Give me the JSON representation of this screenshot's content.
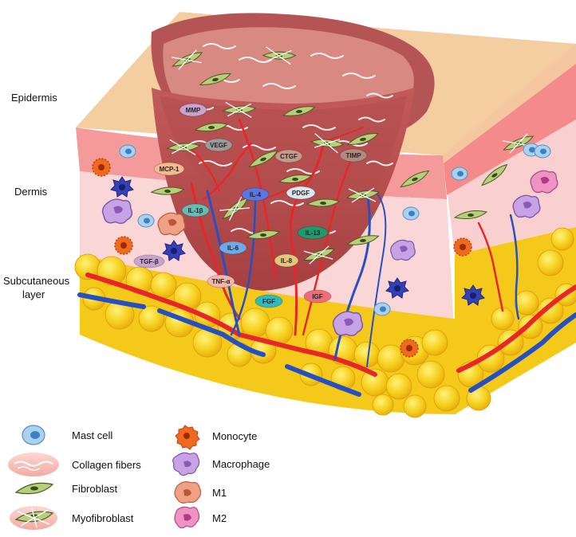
{
  "layers": {
    "epidermis": "Epidermis",
    "dermis": "Dermis",
    "subcutaneous_line1": "Subcutaneous",
    "subcutaneous_line2": "layer"
  },
  "cytokines": [
    {
      "label": "MMP",
      "color": "#c9a3cf",
      "text": "#3a2a3e"
    },
    {
      "label": "VEGF",
      "color": "#9a9a9a",
      "text": "#ffffff"
    },
    {
      "label": "CTGF",
      "color": "#c49a8a",
      "text": "#3a2a22"
    },
    {
      "label": "TIMP",
      "color": "#b08a7e",
      "text": "#ffffff"
    },
    {
      "label": "MCP-1",
      "color": "#f4b98e",
      "text": "#3a2a22"
    },
    {
      "label": "IL-4",
      "color": "#5a76e0",
      "text": "#ffffff"
    },
    {
      "label": "PDGF",
      "color": "#dce8f2",
      "text": "#222222"
    },
    {
      "label": "IL-1β",
      "color": "#62bdb5",
      "text": "#ffffff"
    },
    {
      "label": "IL-13",
      "color": "#1d9a6e",
      "text": "#ffffff"
    },
    {
      "label": "IL-6",
      "color": "#6fa9e6",
      "text": "#ffffff"
    },
    {
      "label": "TGF-β",
      "color": "#c9a3cf",
      "text": "#3a2a3e"
    },
    {
      "label": "IL-8",
      "color": "#e2c77a",
      "text": "#3a2a22"
    },
    {
      "label": "TNF-α",
      "color": "#f2b6ae",
      "text": "#3a2a22"
    },
    {
      "label": "FGF",
      "color": "#2fbac0",
      "text": "#ffffff"
    },
    {
      "label": "IGF",
      "color": "#ee6d78",
      "text": "#ffffff"
    }
  ],
  "legend": {
    "left": [
      "Mast cell",
      "Collagen fibers",
      "Fibroblast",
      "Myofibroblast"
    ],
    "right": [
      "Monocyte",
      "Macrophage",
      "M1",
      "M2"
    ]
  },
  "colors": {
    "epidermis": "#f7a8a8",
    "dermis": "#fbd3d3",
    "fat": "#f4c91a",
    "wound": "#b65050",
    "artery": "#e8262a",
    "vein": "#2450c4"
  }
}
